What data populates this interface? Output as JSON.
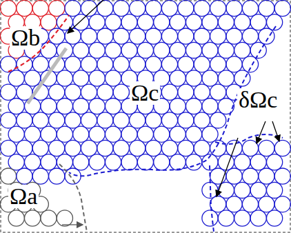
{
  "diagram": {
    "labels": [
      "Ωb",
      "Ωc",
      "δΩc",
      "Ωa"
    ]
  }
}
